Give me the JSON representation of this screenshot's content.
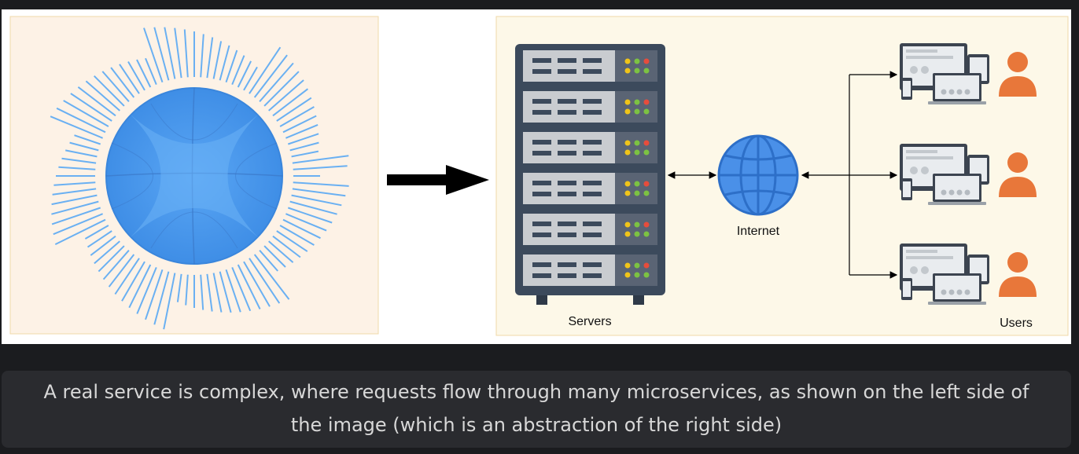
{
  "diagram": {
    "labels": {
      "servers": "Servers",
      "internet": "Internet",
      "users": "Users"
    },
    "colors": {
      "left_panel_bg": "#fdf2e6",
      "right_panel_bg": "#fdf8e8",
      "panel_border": "#f0d9a8",
      "sphere": "#4e9bf0",
      "rays": "#6ab0f2",
      "rack_body": "#3c4a5c",
      "user_icon": "#e8773a",
      "arrow": "#000000"
    },
    "icons": [
      "microservices-sphere-icon",
      "server-rack-icon",
      "globe-icon",
      "devices-icon",
      "user-icon"
    ]
  },
  "caption": {
    "text": "A real service is complex, where requests flow through many microservices, as shown on the left side of the image (which is an abstraction of the right side)"
  }
}
